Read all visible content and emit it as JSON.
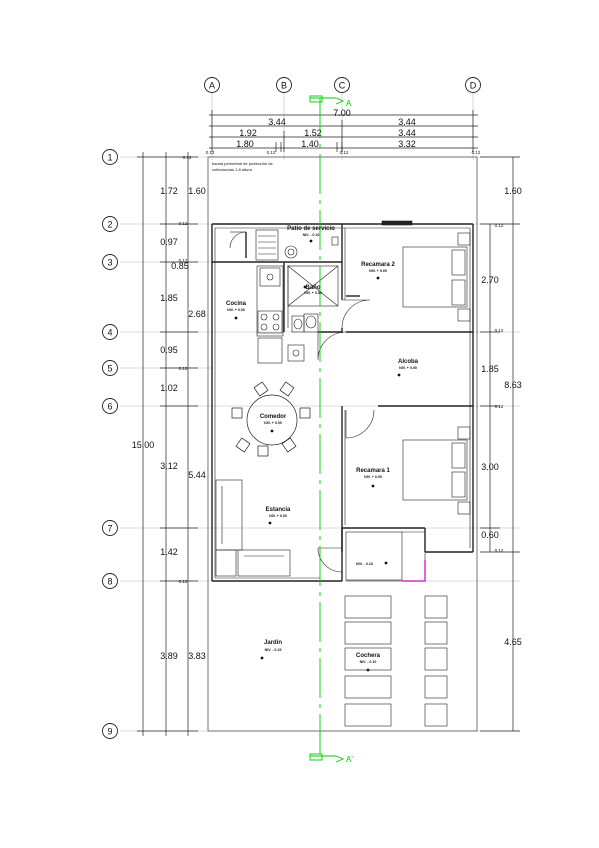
{
  "axes_letters": [
    "A",
    "B",
    "C",
    "D"
  ],
  "axes_numbers": [
    "1",
    "2",
    "3",
    "4",
    "5",
    "6",
    "7",
    "8",
    "9"
  ],
  "top_dims": {
    "overall": "7.00",
    "row1": [
      "3.44",
      "3.44"
    ],
    "row2": [
      "1.92",
      "1.52",
      "3.44"
    ],
    "row3": [
      "1.80",
      "1.40",
      "3.32"
    ],
    "wall_marks": [
      "0.12",
      "0.12",
      "0.12",
      "0.12"
    ]
  },
  "left_dims": {
    "overall": "15.00",
    "outer": [
      "1.72",
      "0.97",
      "1.85",
      "0.95",
      "1.02",
      "3.12",
      "1.42",
      "3.89"
    ],
    "inner": [
      "1.60",
      "0.85",
      "2.68",
      "5.44",
      "3.83"
    ],
    "wall_marks": [
      "0.12",
      "0.12",
      "0.12",
      "0.12",
      "0.12"
    ]
  },
  "right_dims": {
    "overall": "8.63",
    "segments": [
      "1.60",
      "2.70",
      "1.85",
      "3.00",
      "0.60",
      "4.65"
    ],
    "wall_marks": [
      "0.12",
      "0.12",
      "0.12",
      "0.12"
    ]
  },
  "note": [
    "banda perimetral de protección de",
    "colindancias 1.8 altura"
  ],
  "rooms": [
    {
      "name": "Patio de servicio",
      "level": "NIV. - 0.10"
    },
    {
      "name": "Recamara 2",
      "level": "NIV. + 0.00"
    },
    {
      "name": "Baño",
      "level": "NIV. + 0.00"
    },
    {
      "name": "Cocina",
      "level": "NIV. + 0.00"
    },
    {
      "name": "Alcoba",
      "level": "NIV. + 0.00"
    },
    {
      "name": "Comedor",
      "level": "NIV. + 0.00"
    },
    {
      "name": "Recamara 1",
      "level": "NIV. + 0.00"
    },
    {
      "name": "Estancia",
      "level": "NIV. + 0.00"
    },
    {
      "name": "Jardín",
      "level": "NIV. - 0.15"
    },
    {
      "name": "Cochera",
      "level": "NIV. - 0.10"
    }
  ],
  "entry_level": "NIV. - 0.10",
  "section_labels": [
    "A",
    "A'"
  ],
  "colors": {
    "section": "#00cc00",
    "accent": "#cc00cc",
    "line": "#222222",
    "axis_line": "#b0b0b0"
  }
}
